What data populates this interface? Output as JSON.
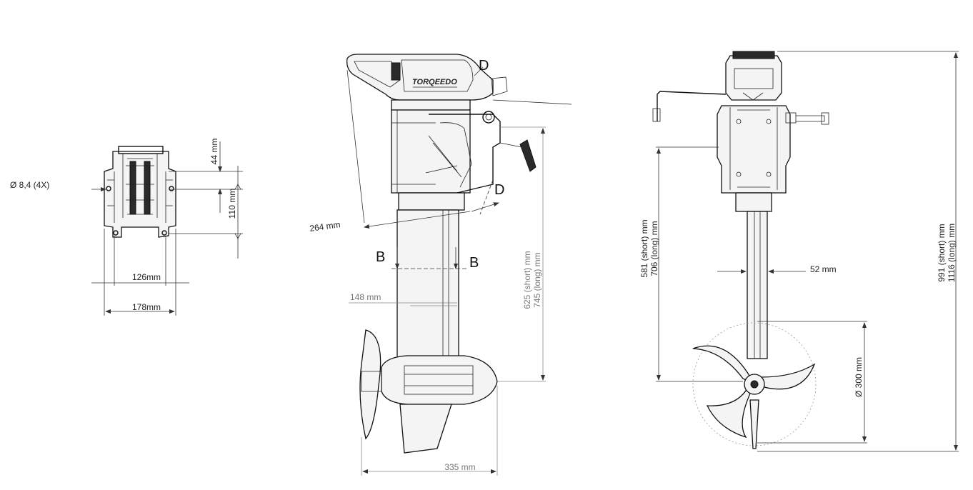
{
  "front_view": {
    "hole_dim": "Ø 8,4 (4X)",
    "dim_44": "44 mm",
    "dim_110": "110 mm",
    "dim_126": "126mm",
    "dim_178": "178mm"
  },
  "side_view": {
    "dim_264": "264 mm",
    "section_b_left": "B",
    "section_b_right": "B",
    "section_d_top": "D",
    "section_d_bottom": "D",
    "dim_148": "148 mm",
    "length_short": "625 (short) mm",
    "length_long": "745 (long) mm",
    "dim_335": "335 mm",
    "brand_text": "TORQEEDO"
  },
  "rear_view": {
    "length_short": "581 (short) mm",
    "length_long": "706 (long) mm",
    "dim_52": "52 mm",
    "prop_dia": "Ø 300 mm",
    "total_short": "991 (short) mm",
    "total_long": "1116 (long) mm"
  }
}
